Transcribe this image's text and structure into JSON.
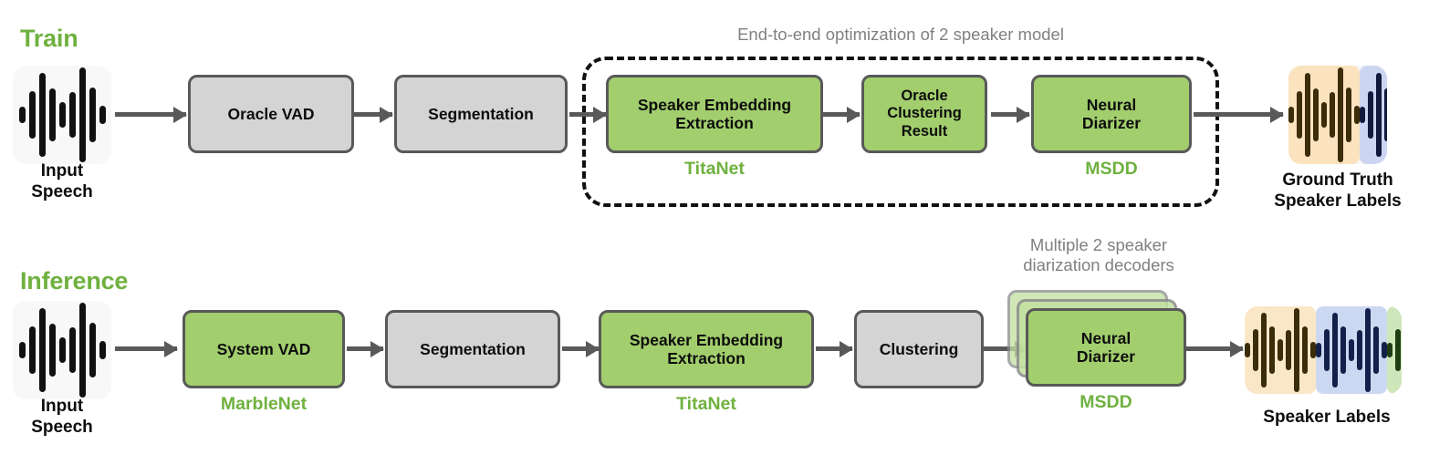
{
  "diagram": {
    "title_train": "Train",
    "title_inference": "Inference",
    "accent_green": "#6fb13f",
    "box_green": "#a2ce6d",
    "box_gray": "#d4d4d4",
    "border_gray": "#595959",
    "note_gray": "#808080"
  },
  "train": {
    "label": "Train",
    "input": {
      "caption": "Input\nSpeech",
      "icon": "audio-waveform-icon"
    },
    "group_note": "End-to-end optimization of 2 speaker model",
    "boxes": [
      {
        "name": "oracle-vad",
        "label": "Oracle VAD",
        "style": "gray",
        "caption": ""
      },
      {
        "name": "segmentation",
        "label": "Segmentation",
        "style": "gray",
        "caption": ""
      },
      {
        "name": "speaker-embedding-extraction",
        "label": "Speaker Embedding\nExtraction",
        "style": "green",
        "caption": "TitaNet"
      },
      {
        "name": "oracle-clustering-result",
        "label": "Oracle\nClustering\nResult",
        "style": "green",
        "caption": ""
      },
      {
        "name": "neural-diarizer",
        "label": "Neural\nDiarizer",
        "style": "green",
        "caption": "MSDD"
      }
    ],
    "output": {
      "caption": "Ground Truth\nSpeaker Labels",
      "icon": "speaker-labeled-waveform-icon",
      "segments": [
        {
          "bg": "#fae3be",
          "bar": "#3d2c09"
        },
        {
          "bg": "#ccd6f2",
          "bar": "#111a3d"
        }
      ]
    }
  },
  "inference": {
    "label": "Inference",
    "input": {
      "caption": "Input\nSpeech",
      "icon": "audio-waveform-icon"
    },
    "stack_note": "Multiple 2 speaker\ndiarization decoders",
    "boxes": [
      {
        "name": "system-vad",
        "label": "System VAD",
        "style": "green",
        "caption": "MarbleNet"
      },
      {
        "name": "segmentation",
        "label": "Segmentation",
        "style": "gray",
        "caption": ""
      },
      {
        "name": "speaker-embedding-extraction",
        "label": "Speaker Embedding\nExtraction",
        "style": "green",
        "caption": "TitaNet"
      },
      {
        "name": "clustering",
        "label": "Clustering",
        "style": "gray",
        "caption": ""
      },
      {
        "name": "neural-diarizer",
        "label": "Neural\nDiarizer",
        "style": "green",
        "caption": "MSDD"
      }
    ],
    "output": {
      "caption": "Speaker Labels",
      "icon": "speaker-labeled-waveform-icon",
      "segments": [
        {
          "bg": "#fae7c8",
          "bar": "#3a2d08"
        },
        {
          "bg": "#ccd8f2",
          "bar": "#13204a"
        },
        {
          "bg": "#cfe6bb",
          "bar": "#1f3d12"
        },
        {
          "bg": "#f8dcdc",
          "bar": "#3d1010"
        }
      ]
    }
  },
  "waveform_bars": [
    16,
    48,
    86,
    54,
    26,
    46,
    96,
    55,
    18
  ]
}
